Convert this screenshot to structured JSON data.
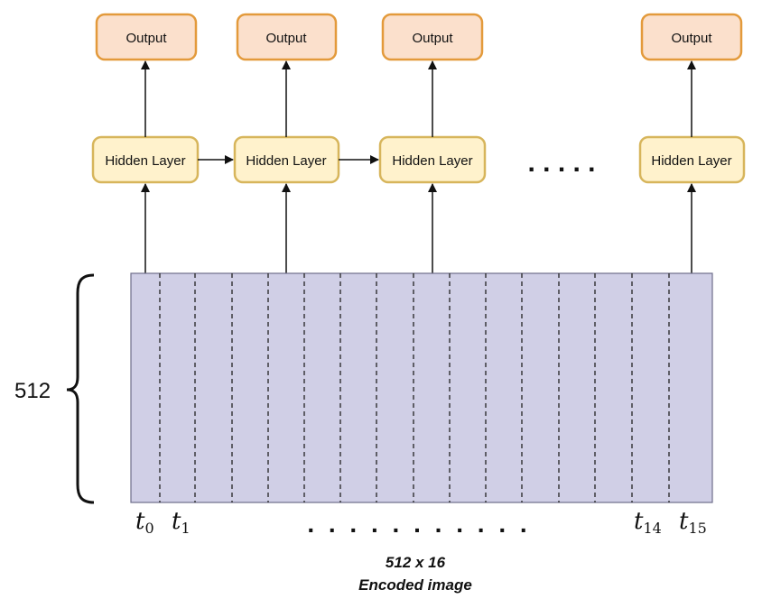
{
  "outputs": [
    {
      "label": "Output"
    },
    {
      "label": "Output"
    },
    {
      "label": "Output"
    },
    {
      "label": "Output"
    }
  ],
  "hidden_layers": [
    {
      "label": "Hidden Layer"
    },
    {
      "label": "Hidden Layer"
    },
    {
      "label": "Hidden Layer"
    },
    {
      "label": "Hidden Layer"
    }
  ],
  "ellipsis": ". . . . .",
  "size_label": "512",
  "time_labels": [
    {
      "base": "t",
      "sub": "0"
    },
    {
      "base": "t",
      "sub": "1"
    },
    {
      "base": "t",
      "sub": "14"
    },
    {
      "base": "t",
      "sub": "15"
    }
  ],
  "time_ellipsis": ". . . . . . . . . . .",
  "caption": {
    "line1": "512 x 16",
    "line2": "Encoded image"
  },
  "colors": {
    "output_fill": "#fbe0cc",
    "output_stroke": "#e39a3b",
    "hidden_fill": "#fff2cc",
    "hidden_stroke": "#d7b55b",
    "matrix_fill": "#d0cfe6",
    "matrix_stroke": "#6e6e8a"
  }
}
